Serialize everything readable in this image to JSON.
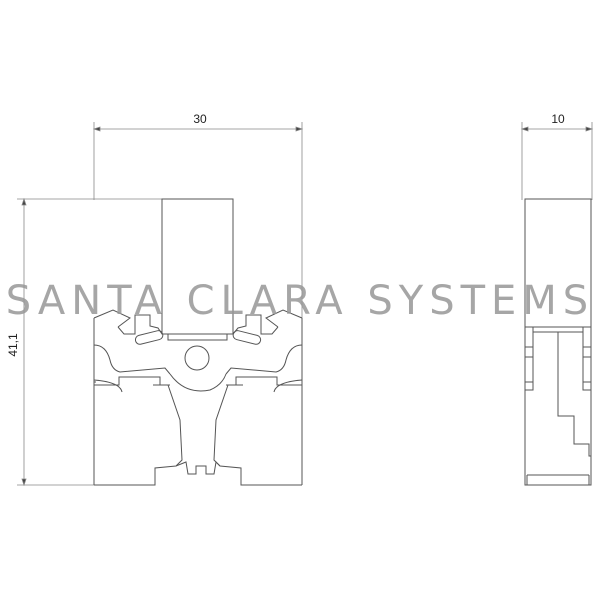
{
  "drawing": {
    "front_view": {
      "width_dimension": "30",
      "height_dimension": "41,1"
    },
    "side_view": {
      "width_dimension": "10"
    },
    "line_color": "#555555",
    "dimension_line_color": "#888888"
  },
  "watermark": {
    "text": "SANTA CLARA SYSTEMS",
    "color": "#969696"
  }
}
